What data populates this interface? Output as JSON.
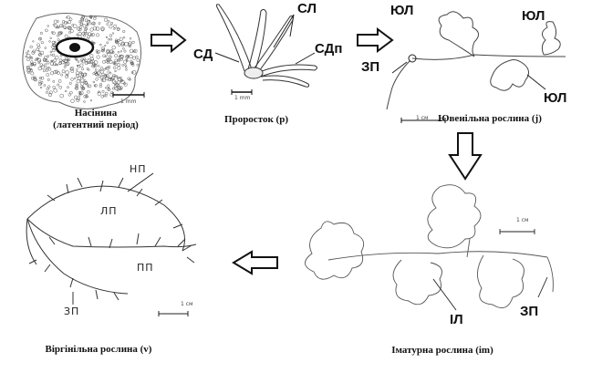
{
  "stages": {
    "seed": {
      "caption_line1": "Насінина",
      "caption_line2": "(латентний період)",
      "scale_label": "1 mm"
    },
    "seedling": {
      "caption": "Проросток (p)",
      "labels": {
        "sl": "СЛ",
        "sd": "СД",
        "sdp": "СДп"
      },
      "scale_label": "1 mm"
    },
    "juvenile": {
      "caption": "Ювенільна рослина (j)",
      "labels": {
        "yul_top": "ЮЛ",
        "yul_right": "ЮЛ",
        "yul_bottom": "ЮЛ",
        "zp": "ЗП"
      },
      "scale_label": "1 cм"
    },
    "immature": {
      "caption": "Іматурна рослина (im)",
      "labels": {
        "il": "ІЛ",
        "zp": "ЗП"
      },
      "scale_label": "1 cм"
    },
    "virginile": {
      "caption": "Віргінільна рослина (v)",
      "labels": {
        "np": "НП",
        "lp": "ЛП",
        "pp": "ПП",
        "zp": "ЗП"
      },
      "scale_label": "1 cм"
    }
  },
  "colors": {
    "line": "#333333",
    "seed_dots": "#555555",
    "arrow": "#111111"
  },
  "icons": [
    "arrow-right-icon",
    "arrow-down-icon",
    "arrow-left-icon"
  ]
}
